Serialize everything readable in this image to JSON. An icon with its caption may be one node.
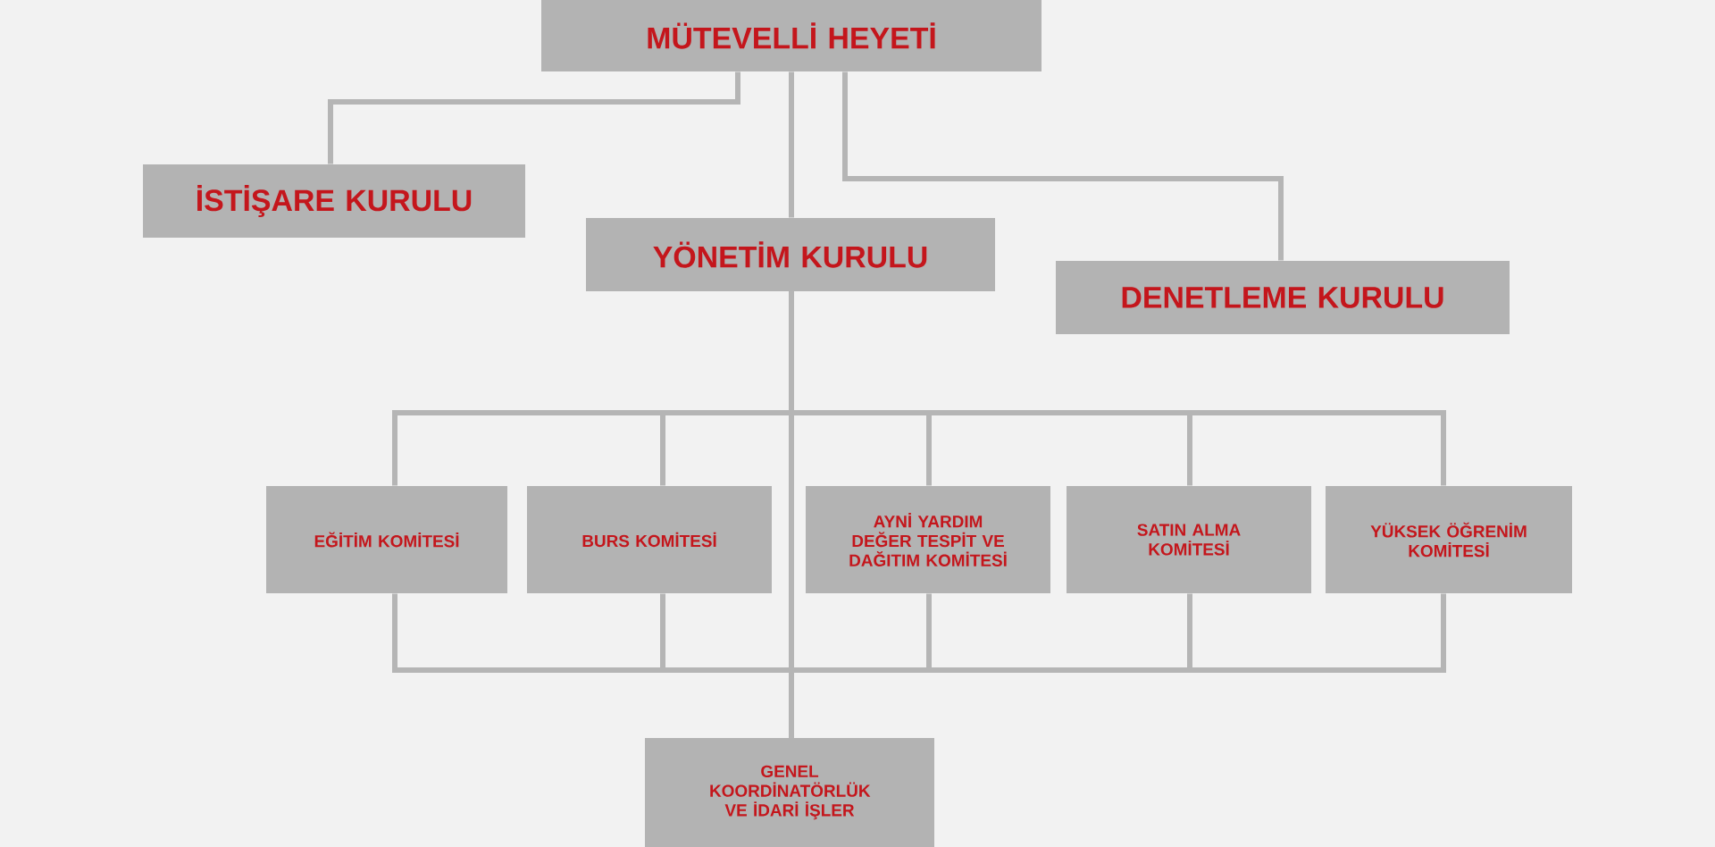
{
  "diagram": {
    "nodes": [
      {
        "text": [
          "MÜTEVELLİ HEYETİ"
        ]
      },
      {
        "text": [
          "İSTİŞARE KURULU"
        ]
      },
      {
        "text": [
          "YÖNETİM KURULU"
        ]
      },
      {
        "text": [
          "DENETLEME KURULU"
        ]
      },
      {
        "text": [
          "EĞİTİM KOMİTESİ"
        ]
      },
      {
        "text": [
          "BURS KOMİTESİ"
        ]
      },
      {
        "text": [
          "AYNİ YARDIM DEĞER TESPİT VE DAĞITIM KOMİTESİ"
        ]
      },
      {
        "text": [
          "SATIN ALMA KOMİTESİ"
        ]
      },
      {
        "text": [
          "YÜKSEK ÖĞRENİM KOMİTESİ"
        ]
      },
      {
        "text": [
          "GENEL KOORDİNATÖRLÜK VE İDARİ İŞLER"
        ]
      }
    ],
    "edges": [
      {
        "from": 0,
        "to": 1,
        "arrow": "none"
      },
      {
        "from": 0,
        "to": 2,
        "arrow": "none"
      },
      {
        "from": 0,
        "to": 3,
        "arrow": "none"
      },
      {
        "from": 2,
        "to": 4,
        "arrow": "none"
      },
      {
        "from": 2,
        "to": 5,
        "arrow": "none"
      },
      {
        "from": 2,
        "to": 6,
        "arrow": "none"
      },
      {
        "from": 2,
        "to": 7,
        "arrow": "none"
      },
      {
        "from": 2,
        "to": 8,
        "arrow": "none"
      },
      {
        "from": 4,
        "to": 9,
        "arrow": "none"
      },
      {
        "from": 5,
        "to": 9,
        "arrow": "none"
      },
      {
        "from": 6,
        "to": 9,
        "arrow": "none"
      },
      {
        "from": 7,
        "to": 9,
        "arrow": "none"
      },
      {
        "from": 8,
        "to": 9,
        "arrow": "none"
      },
      {
        "from": 2,
        "to": 9,
        "arrow": "none"
      }
    ]
  }
}
